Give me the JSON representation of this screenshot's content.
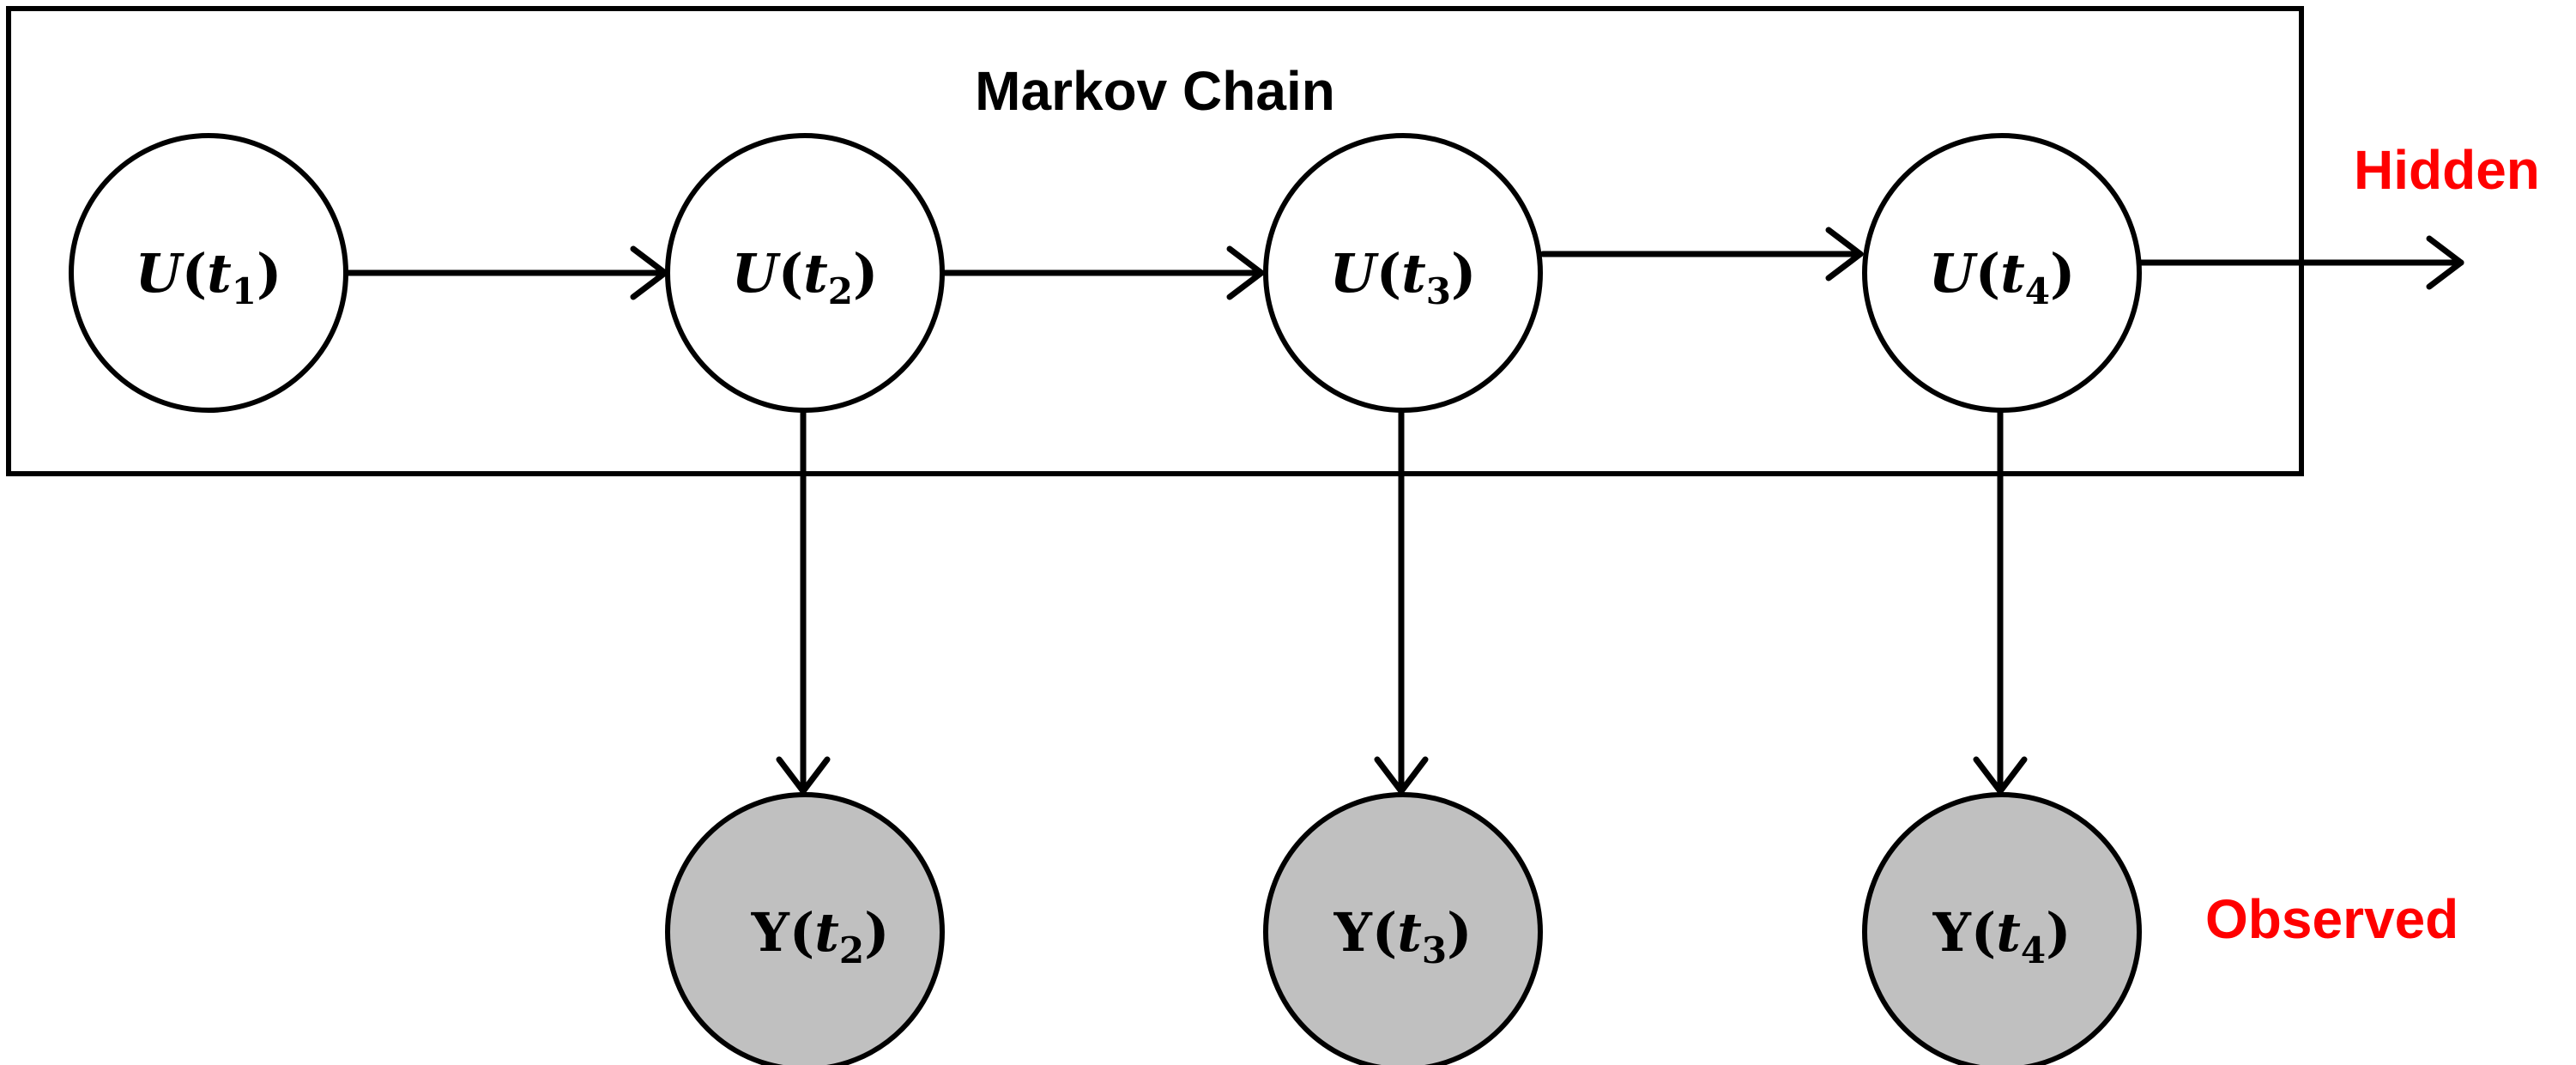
{
  "diagram": {
    "title": "Markov Chain",
    "hidden_label": "Hidden",
    "observed_label": "Observed",
    "label_color": "#ff0000",
    "node_fill_hidden": "#ffffff",
    "node_fill_observed": "#c0c0c0",
    "stroke_color": "#000000",
    "hidden_nodes": [
      {
        "id": "u1",
        "var": "U",
        "paren_open": "(",
        "t": "t",
        "sub": "1",
        "paren_close": ")"
      },
      {
        "id": "u2",
        "var": "U",
        "paren_open": "(",
        "t": "t",
        "sub": "2",
        "paren_close": ")"
      },
      {
        "id": "u3",
        "var": "U",
        "paren_open": "(",
        "t": "t",
        "sub": "3",
        "paren_close": ")"
      },
      {
        "id": "u4",
        "var": "U",
        "paren_open": "(",
        "t": "t",
        "sub": "4",
        "paren_close": ")"
      }
    ],
    "observed_nodes": [
      {
        "id": "y2",
        "var": "Y",
        "paren_open": "(",
        "t": "t",
        "sub": "2",
        "paren_close": ")"
      },
      {
        "id": "y3",
        "var": "Y",
        "paren_open": "(",
        "t": "t",
        "sub": "3",
        "paren_close": ")"
      },
      {
        "id": "y4",
        "var": "Y",
        "paren_open": "(",
        "t": "t",
        "sub": "4",
        "paren_close": ")"
      }
    ],
    "edges": [
      {
        "from": "u1",
        "to": "u2"
      },
      {
        "from": "u2",
        "to": "u3"
      },
      {
        "from": "u3",
        "to": "u4"
      },
      {
        "from": "u4",
        "to": "out"
      },
      {
        "from": "u2",
        "to": "y2"
      },
      {
        "from": "u3",
        "to": "y3"
      },
      {
        "from": "u4",
        "to": "y4"
      }
    ]
  }
}
